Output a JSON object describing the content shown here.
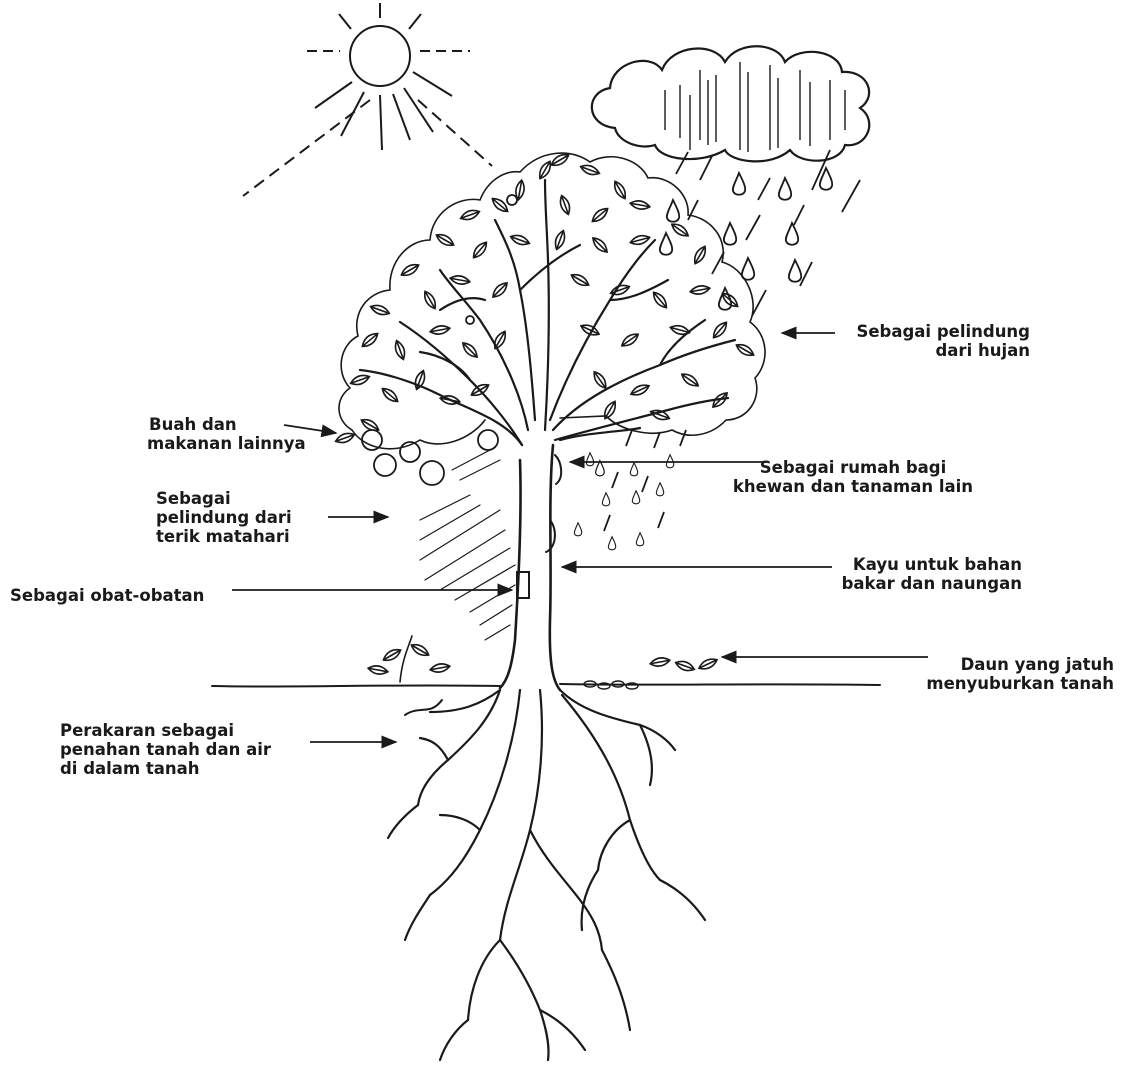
{
  "labels": {
    "rain": [
      "Sebagai pelindung",
      "dari hujan"
    ],
    "fruit": [
      "Buah dan",
      "makanan lainnya"
    ],
    "home": [
      "Sebagai rumah bagi",
      "khewan dan tanaman lain"
    ],
    "sun": [
      "Sebagai",
      "pelindung dari",
      "terik matahari"
    ],
    "wood": [
      "Kayu untuk bahan",
      "bakar dan naungan"
    ],
    "medicine": [
      "Sebagai obat-obatan"
    ],
    "leaves": [
      "Daun yang jatuh",
      "menyuburkan tanah"
    ],
    "roots": [
      "Perakaran sebagai",
      "penahan tanah dan air",
      "di dalam tanah"
    ]
  },
  "colors": {
    "ink": "#1a1a1a",
    "background": "#ffffff"
  },
  "icons": [
    "sun-icon",
    "cloud-icon",
    "raindrop-icon",
    "tree-illustration",
    "roots-illustration"
  ]
}
